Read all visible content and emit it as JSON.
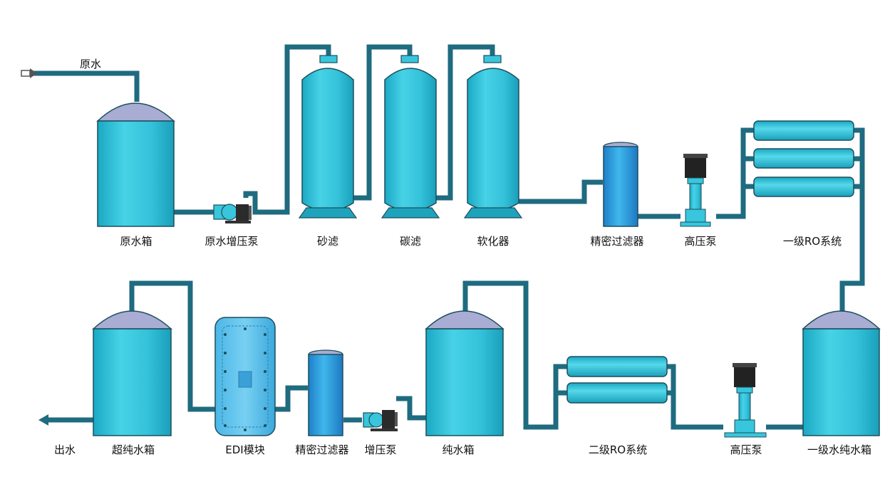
{
  "labels": {
    "raw_water": "原水",
    "raw_tank": "原水箱",
    "raw_booster_pump": "原水增压泵",
    "sand_filter": "砂滤",
    "carbon_filter": "碳滤",
    "softener": "软化器",
    "precision_filter_1": "精密过滤器",
    "high_pressure_pump_1": "高压泵",
    "ro_stage1": "一级RO系统",
    "outlet_water": "出水",
    "ultrapure_tank": "超纯水箱",
    "edi_module": "EDI模块",
    "precision_filter_2": "精密过滤器",
    "booster_pump_2": "增压泵",
    "pure_tank": "纯水箱",
    "ro_stage2": "二级RO系统",
    "high_pressure_pump_2": "高压泵",
    "stage1_pure_tank": "一级水纯水箱"
  },
  "colors": {
    "vessel_fill": "#38c6dc",
    "vessel_dark": "#1fa3bd",
    "vessel_outline": "#1d4e5c",
    "tank_dome": "#a9acd3",
    "pipe": "#1f6b80",
    "pump_body": "#2b2b2b"
  }
}
